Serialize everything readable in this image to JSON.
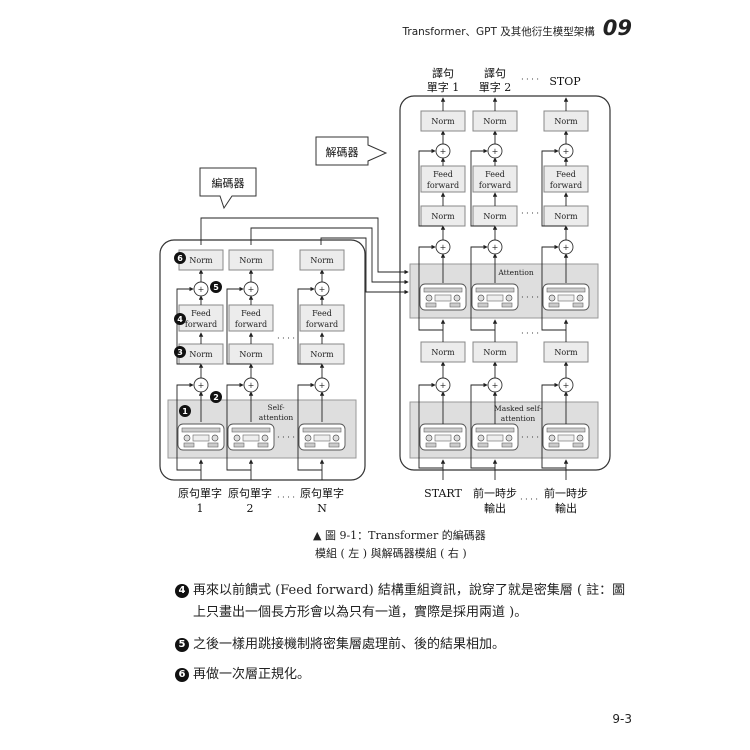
{
  "header": {
    "running_title": "Transformer、GPT 及其他衍生模型架構",
    "chapter_number": "09"
  },
  "figure": {
    "callouts": {
      "decoder": "解碼器",
      "encoder": "編碼器"
    },
    "block_labels": {
      "norm": "Norm",
      "feed_line1": "Feed",
      "feed_line2": "forward",
      "plus": "+",
      "self_attention_line1": "Self-",
      "self_attention_line2": "attention",
      "attention": "Attention",
      "masked_line1": "Masked self-",
      "masked_line2": "attention",
      "ellipsis": "· · · ·"
    },
    "encoder_inputs": [
      {
        "line1": "原句單字",
        "line2": "1"
      },
      {
        "line1": "原句單字",
        "line2": "2"
      },
      {
        "line1": "原句單字",
        "line2": "N"
      }
    ],
    "decoder_inputs": [
      {
        "line1": "START",
        "line2": ""
      },
      {
        "line1": "前一時步",
        "line2": "輸出"
      },
      {
        "line1": "前一時步",
        "line2": "輸出"
      }
    ],
    "decoder_outputs": [
      {
        "line1": "譯句",
        "line2": "單字 1"
      },
      {
        "line1": "譯句",
        "line2": "單字 2"
      },
      {
        "line1": "",
        "line2": "STOP"
      }
    ],
    "markers": [
      "1",
      "2",
      "3",
      "4",
      "5",
      "6"
    ]
  },
  "caption": {
    "line1": "▲ 圖 9-1：Transformer 的編碼器",
    "line2": "模組 ( 左 ) 與解碼器模組 ( 右 )"
  },
  "paragraphs": [
    {
      "marker": "4",
      "lines": [
        "再來以前饋式 (Feed forward) 結構重組資訊，說穿了就是密集層 ( 註：圖",
        "上只畫出一個長方形會以為只有一道，實際是採用兩道 )。"
      ]
    },
    {
      "marker": "5",
      "lines": [
        "之後一樣用跳接機制將密集層處理前、後的結果相加。"
      ]
    },
    {
      "marker": "6",
      "lines": [
        "再做一次層正規化。"
      ]
    }
  ],
  "page_number": "9-3"
}
